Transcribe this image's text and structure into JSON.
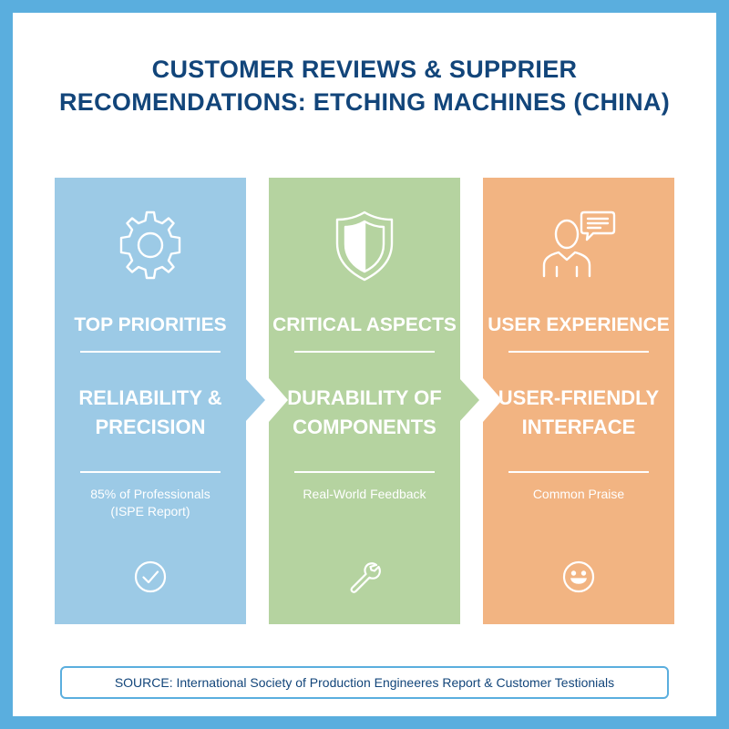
{
  "title": {
    "line1": "CUSTOMER REVIEWS & SUPPRIER",
    "line2": "RECOMENDATIONS: ETCHING MACHINES (CHINA)"
  },
  "panels": [
    {
      "top_icon": "gear-icon",
      "heading": "TOP PRIORITIES",
      "main_line1": "RELIABILITY &",
      "main_line2": "PRECISION",
      "sub_line1": "85% of Professionals",
      "sub_line2": "(ISPE Report)",
      "bottom_icon": "check-circle-icon",
      "color": "#9ccae6"
    },
    {
      "top_icon": "shield-icon",
      "heading": "CRITICAL ASPECTS",
      "main_line1": "DURABILITY OF",
      "main_line2": "COMPONENTS",
      "sub_line1": "Real-World Feedback",
      "sub_line2": "",
      "bottom_icon": "wrench-icon",
      "color": "#b5d3a0"
    },
    {
      "top_icon": "user-chat-icon",
      "heading": "USER EXPERIENCE",
      "main_line1": "USER-FRIENDLY",
      "main_line2": "INTERFACE",
      "sub_line1": "Common Praise",
      "sub_line2": "",
      "bottom_icon": "smiley-icon",
      "color": "#f2b482"
    }
  ],
  "source": "SOURCE: International Society of Production Engineeres Report & Customer Testionials",
  "colors": {
    "border": "#5aaede",
    "title": "#12457a"
  }
}
